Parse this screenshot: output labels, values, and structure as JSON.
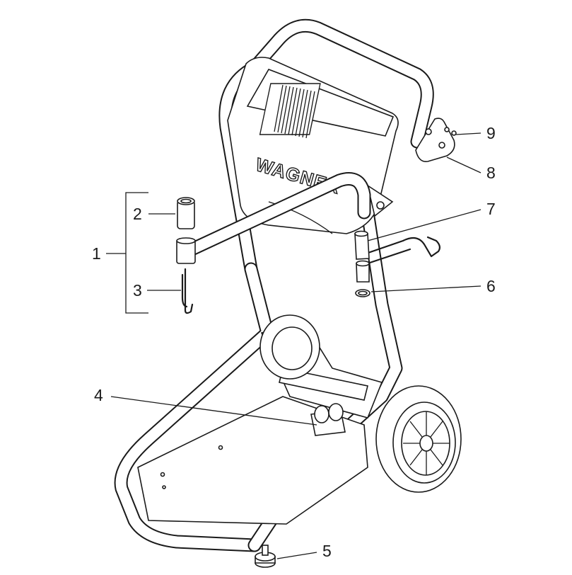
{
  "brand": "WAGNER",
  "callouts": [
    {
      "id": "c1",
      "text": "1"
    },
    {
      "id": "c2",
      "text": "2"
    },
    {
      "id": "c3",
      "text": "3"
    },
    {
      "id": "c4",
      "text": "4"
    },
    {
      "id": "c5",
      "text": "5"
    },
    {
      "id": "c6",
      "text": "6"
    },
    {
      "id": "c7",
      "text": "7"
    },
    {
      "id": "c8",
      "text": "8"
    },
    {
      "id": "c9",
      "text": "9"
    }
  ]
}
